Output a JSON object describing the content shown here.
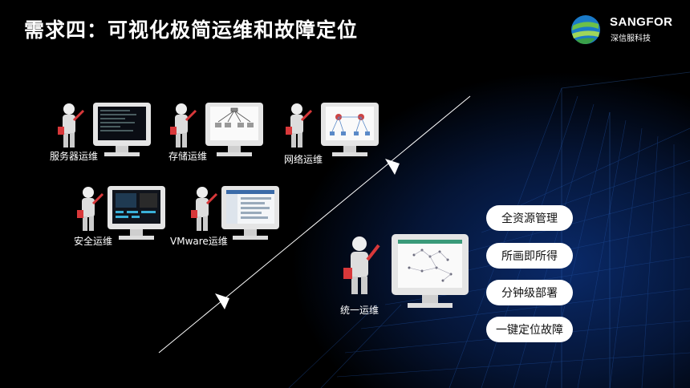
{
  "title": "需求四：可视化极简运维和故障定位",
  "logo": {
    "name": "SANGFOR",
    "subtitle": "深信服科技"
  },
  "ops_items": [
    {
      "label": "服务器运维",
      "screen": "terminal"
    },
    {
      "label": "存储运维",
      "screen": "tree"
    },
    {
      "label": "网络运维",
      "screen": "network"
    },
    {
      "label": "安全运维",
      "screen": "dashboard"
    },
    {
      "label": "VMware运维",
      "screen": "window"
    }
  ],
  "unified": {
    "label": "统一运维"
  },
  "features": [
    "全资源管理",
    "所画即所得",
    "分钟级部署",
    "一键定位故障"
  ]
}
